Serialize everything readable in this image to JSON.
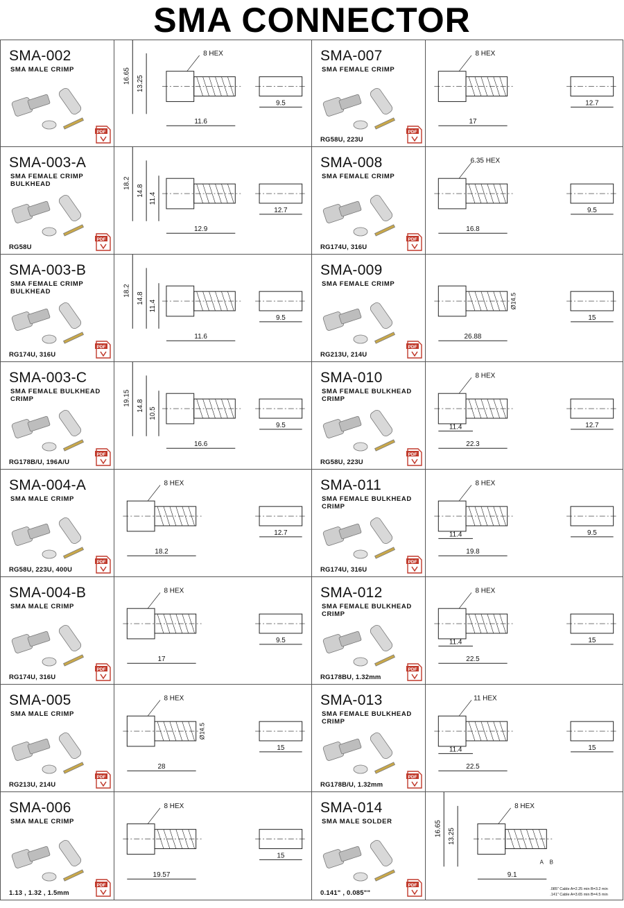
{
  "page_title": "SMA CONNECTOR",
  "connectors": [
    {
      "code": "SMA-002",
      "desc": "SMA MALE CRIMP",
      "cable": "",
      "dims": {
        "h1": "16.65",
        "h2": "13.25",
        "hex": "8 HEX",
        "w": "11.6",
        "ferrule": "9.5"
      }
    },
    {
      "code": "SMA-007",
      "desc": "SMA FEMALE CRIMP",
      "cable": "RG58U, 223U",
      "dims": {
        "hex": "8 HEX",
        "w": "17",
        "ferrule": "12.7"
      }
    },
    {
      "code": "SMA-003-A",
      "desc": "SMA FEMALE CRIMP BULKHEAD",
      "cable": "RG58U",
      "dims": {
        "h1": "18.2",
        "h2": "14.8",
        "h3": "11.4",
        "w": "12.9",
        "ferrule": "12.7"
      }
    },
    {
      "code": "SMA-008",
      "desc": "SMA FEMALE CRIMP",
      "cable": "RG174U, 316U",
      "dims": {
        "hex": "6.35 HEX",
        "w": "16.8",
        "ferrule": "9.5"
      }
    },
    {
      "code": "SMA-003-B",
      "desc": "SMA FEMALE CRIMP BULKHEAD",
      "cable": "RG174U, 316U",
      "dims": {
        "h1": "18.2",
        "h2": "14.8",
        "h3": "11.4",
        "w": "11.6",
        "ferrule": "9.5"
      }
    },
    {
      "code": "SMA-009",
      "desc": "SMA FEMALE CRIMP",
      "cable": "RG213U, 214U",
      "dims": {
        "dia": "Ø14.5",
        "w": "26.88",
        "ferrule": "15"
      }
    },
    {
      "code": "SMA-003-C",
      "desc": "SMA FEMALE BULKHEAD CRIMP",
      "cable": "RG178B/U, 196A/U",
      "dims": {
        "h1": "19.15",
        "h2": "14.8",
        "h3": "10.5",
        "w": "16.6",
        "ferrule": "9.5"
      }
    },
    {
      "code": "SMA-010",
      "desc": "SMA FEMALE BULKHEAD CRIMP",
      "cable": "RG58U, 223U",
      "dims": {
        "hex": "8 HEX",
        "w1": "11.4",
        "w": "22.3",
        "ferrule": "12.7"
      }
    },
    {
      "code": "SMA-004-A",
      "desc": "SMA MALE CRIMP",
      "cable": "RG58U, 223U, 400U",
      "dims": {
        "hex": "8 HEX",
        "w": "18.2",
        "ferrule": "12.7"
      }
    },
    {
      "code": "SMA-011",
      "desc": "SMA FEMALE BULKHEAD CRIMP",
      "cable": "RG174U, 316U",
      "dims": {
        "hex": "8 HEX",
        "w1": "11.4",
        "w": "19.8",
        "ferrule": "9.5"
      }
    },
    {
      "code": "SMA-004-B",
      "desc": "SMA MALE CRIMP",
      "cable": "RG174U, 316U",
      "dims": {
        "hex": "8 HEX",
        "w": "17",
        "ferrule": "9.5"
      }
    },
    {
      "code": "SMA-012",
      "desc": "SMA FEMALE BULKHEAD CRIMP",
      "cable": "RG178BU, 1.32mm",
      "dims": {
        "hex": "8 HEX",
        "w1": "11.4",
        "w": "22.5",
        "ferrule": "15"
      }
    },
    {
      "code": "SMA-005",
      "desc": "SMA MALE CRIMP",
      "cable": "RG213U, 214U",
      "dims": {
        "hex": "8 HEX",
        "dia": "Ø14.5",
        "w": "28",
        "ferrule": "15"
      }
    },
    {
      "code": "SMA-013",
      "desc": "SMA FEMALE BULKHEAD CRIMP",
      "cable": "RG178B/U, 1.32mm",
      "dims": {
        "hex": "11 HEX",
        "w1": "11.4",
        "w": "22.5",
        "ferrule": "15"
      }
    },
    {
      "code": "SMA-006",
      "desc": "SMA MALE CRIMP",
      "cable": "1.13 , 1.32 , 1.5mm",
      "dims": {
        "hex": "8 HEX",
        "w": "19.57",
        "ferrule": "15"
      }
    },
    {
      "code": "SMA-014",
      "desc": "SMA MALE SOLDER",
      "cable": "0.141\" , 0.085\"\"",
      "dims": {
        "h1": "16.65",
        "h2": "13.25",
        "hex": "8 HEX",
        "w": "9.1",
        "a": "A",
        "b": "B",
        "note1": ".085\" Cable A=2.25 min B=3.2 min",
        "note2": ".141\" Cable A=3.65 min B=4.5 min"
      }
    }
  ],
  "pdf_label": "PDF"
}
